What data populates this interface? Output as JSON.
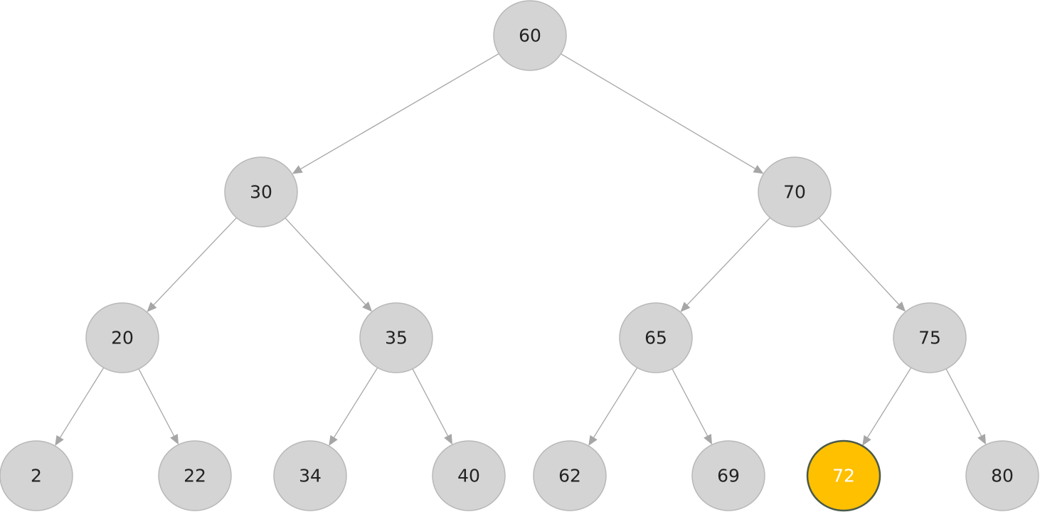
{
  "tree": {
    "nodes": [
      {
        "id": "n60",
        "label": "60"
      },
      {
        "id": "n30",
        "label": "30"
      },
      {
        "id": "n70",
        "label": "70"
      },
      {
        "id": "n20",
        "label": "20"
      },
      {
        "id": "n35",
        "label": "35"
      },
      {
        "id": "n65",
        "label": "65"
      },
      {
        "id": "n75",
        "label": "75"
      },
      {
        "id": "n2",
        "label": "2"
      },
      {
        "id": "n22",
        "label": "22"
      },
      {
        "id": "n34",
        "label": "34"
      },
      {
        "id": "n40",
        "label": "40"
      },
      {
        "id": "n62",
        "label": "62"
      },
      {
        "id": "n69",
        "label": "69"
      },
      {
        "id": "n72",
        "label": "72",
        "highlighted": true
      },
      {
        "id": "n80",
        "label": "80"
      }
    ],
    "edges": [
      {
        "from": "n60",
        "to": "n30"
      },
      {
        "from": "n60",
        "to": "n70"
      },
      {
        "from": "n30",
        "to": "n20"
      },
      {
        "from": "n30",
        "to": "n35"
      },
      {
        "from": "n70",
        "to": "n65"
      },
      {
        "from": "n70",
        "to": "n75"
      },
      {
        "from": "n20",
        "to": "n2"
      },
      {
        "from": "n20",
        "to": "n22"
      },
      {
        "from": "n35",
        "to": "n34"
      },
      {
        "from": "n35",
        "to": "n40"
      },
      {
        "from": "n65",
        "to": "n62"
      },
      {
        "from": "n65",
        "to": "n69"
      },
      {
        "from": "n75",
        "to": "n72"
      },
      {
        "from": "n75",
        "to": "n80"
      }
    ],
    "colors": {
      "node_fill": "#d4d4d4",
      "highlight_fill": "#ffc000",
      "edge": "#a6a6a6"
    }
  }
}
